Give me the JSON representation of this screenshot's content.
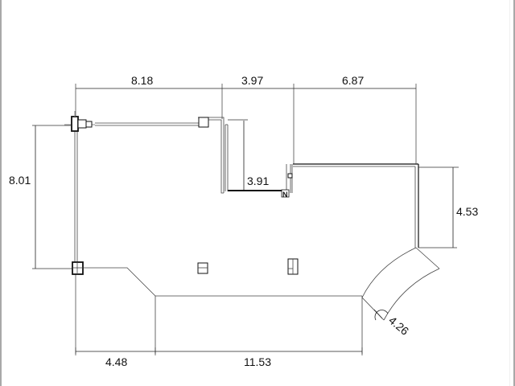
{
  "diagram": {
    "type": "floor-plan",
    "stroke_color": "#111111",
    "background": "#ffffff",
    "dimensions": {
      "top_left": "8.18",
      "top_middle": "3.97",
      "top_right": "6.87",
      "left_height": "8.01",
      "inner_step": "3.91",
      "right_height": "4.53",
      "curve_width": "4.26",
      "bottom_left": "4.48",
      "bottom_right": "11.53"
    },
    "symbols": {
      "north_marker": "N"
    }
  }
}
